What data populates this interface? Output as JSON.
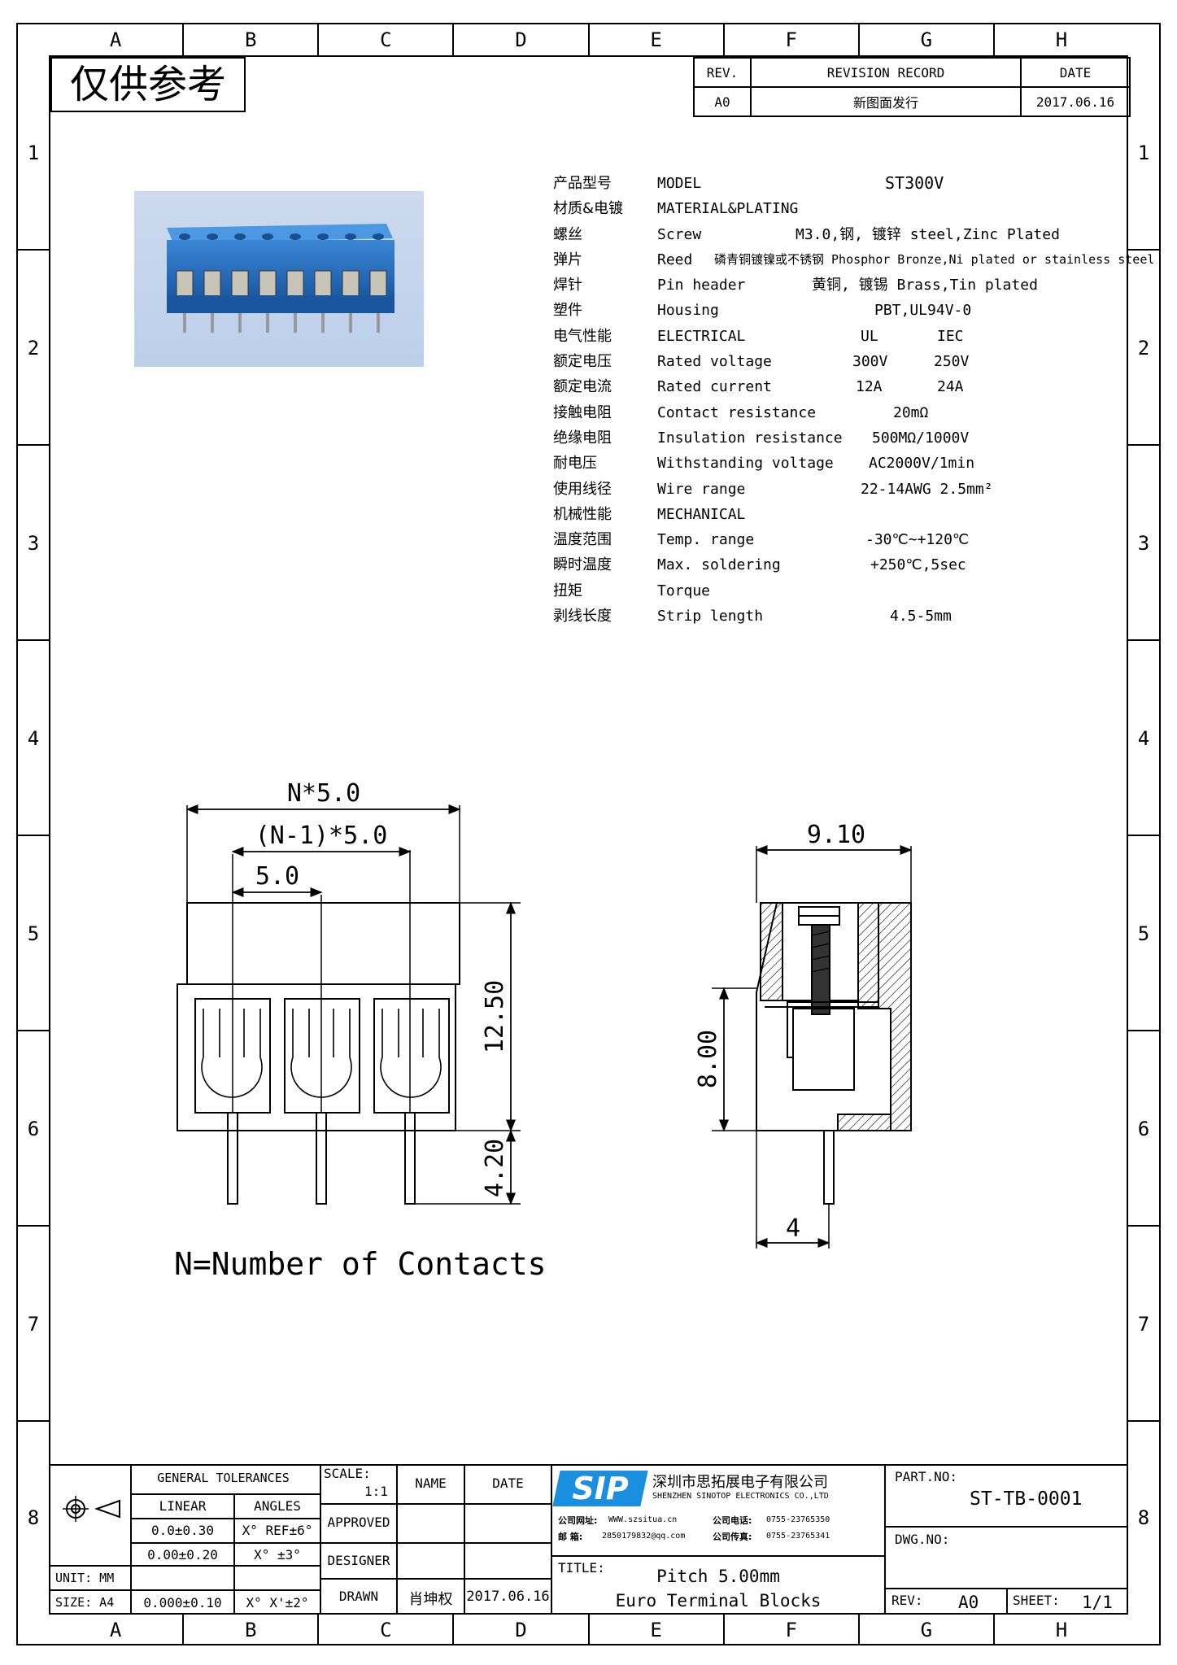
{
  "zones_top": [
    "A",
    "B",
    "C",
    "D",
    "E",
    "F",
    "G",
    "H"
  ],
  "zones_side": [
    "1",
    "2",
    "3",
    "4",
    "5",
    "6",
    "7",
    "8"
  ],
  "watermark": "仅供参考",
  "revision": {
    "headers": [
      "REV.",
      "REVISION RECORD",
      "DATE"
    ],
    "row": {
      "rev": "A0",
      "record": "新图面发行",
      "date": "2017.06.16"
    }
  },
  "spec": {
    "model": {
      "cn": "产品型号",
      "en": "MODEL",
      "value": "ST300V"
    },
    "material": {
      "cn": "材质&电镀",
      "en": "MATERIAL&PLATING"
    },
    "screw": {
      "cn": "螺丝",
      "en": "Screw",
      "value": "M3.0,钢, 镀锌 steel,Zinc Plated"
    },
    "reed": {
      "cn": "弹片",
      "en": "Reed",
      "value": "磷青铜镀镍或不锈钢 Phosphor Bronze,Ni plated or stainless steel"
    },
    "pin": {
      "cn": "焊针",
      "en": "Pin header",
      "value": "黄铜, 镀锡 Brass,Tin plated"
    },
    "housing": {
      "cn": "塑件",
      "en": "Housing",
      "value": "PBT,UL94V-0"
    },
    "electrical": {
      "cn": "电气性能",
      "en": "ELECTRICAL",
      "ul": "UL",
      "iec": "IEC"
    },
    "voltage": {
      "cn": "额定电压",
      "en": "Rated voltage",
      "ul": "300V",
      "iec": "250V"
    },
    "current": {
      "cn": "额定电流",
      "en": "Rated current",
      "ul": "12A",
      "iec": "24A"
    },
    "contact": {
      "cn": "接触电阻",
      "en": "Contact resistance",
      "value": "20mΩ"
    },
    "insulation": {
      "cn": "绝缘电阻",
      "en": "Insulation resistance",
      "value": "500MΩ/1000V"
    },
    "withstand": {
      "cn": "耐电压",
      "en": "Withstanding voltage",
      "value": "AC2000V/1min"
    },
    "wire": {
      "cn": "使用线径",
      "en": "Wire range",
      "value": "22-14AWG 2.5mm²"
    },
    "mechanical": {
      "cn": "机械性能",
      "en": "MECHANICAL"
    },
    "temp": {
      "cn": "温度范围",
      "en": "Temp. range",
      "value": "-30℃~+120℃"
    },
    "soldering": {
      "cn": "瞬时温度",
      "en": "Max. soldering",
      "value": "+250℃,5sec"
    },
    "torque": {
      "cn": "扭矩",
      "en": "Torque"
    },
    "strip": {
      "cn": "剥线长度",
      "en": "Strip length",
      "value": "4.5-5mm"
    }
  },
  "drawing": {
    "front": {
      "dim_total": "N*5.0",
      "dim_span": "(N-1)*5.0",
      "dim_pitch": "5.0",
      "dim_height": "12.50",
      "dim_pin": "4.20"
    },
    "side": {
      "dim_width": "9.10",
      "dim_height": "8.00",
      "dim_pin": "4"
    },
    "note": "N=Number of Contacts"
  },
  "title_block": {
    "general_tolerances": "GENERAL TOLERANCES",
    "linear": "LINEAR",
    "angles": "ANGLES",
    "tol_rows": [
      {
        "linear": "0.0±0.30",
        "angle": "X° REF±6°"
      },
      {
        "linear": "0.00±0.20",
        "angle": "X° ±3°"
      },
      {
        "linear": "0.000±0.10",
        "angle": "X° X'±2°"
      }
    ],
    "unit": "UNIT: MM",
    "size": "SIZE: A4",
    "scale_label": "SCALE:",
    "scale_value": "1:1",
    "name": "NAME",
    "date": "DATE",
    "approved": "APPROVED",
    "designer": "DESIGNER",
    "drawn": "DRAWN",
    "drawn_name": "肖坤权",
    "drawn_date": "2017.06.16",
    "company_logo": "SIP",
    "company_cn": "深圳市思拓展电子有限公司",
    "company_en": "SHENZHEN SINOTOP ELECTRONICS CO.,LTD",
    "contact_web_label": "公司网址:",
    "contact_web": "WWW.szsitua.cn",
    "contact_phone_label": "公司电话:",
    "contact_phone": "0755-23765350",
    "contact_mail_label": "邮 箱:",
    "contact_mail": "2850179832@qq.com",
    "contact_fax_label": "公司传真:",
    "contact_fax": "0755-23765341",
    "title_label": "TITLE:",
    "title_line1": "Pitch 5.00mm",
    "title_line2": "Euro Terminal Blocks",
    "part_no_label": "PART.NO:",
    "part_no": "ST-TB-0001",
    "dwg_no_label": "DWG.NO:",
    "rev_label": "REV:",
    "rev_value": "A0",
    "sheet_label": "SHEET:",
    "sheet_value": "1/1"
  },
  "colors": {
    "terminal_blue": "#1f6fbf",
    "logo_blue": "#1a8fe0"
  }
}
